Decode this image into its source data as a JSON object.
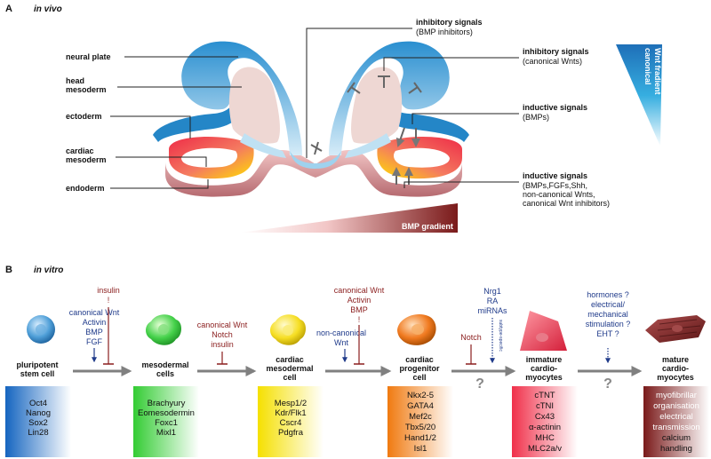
{
  "panel_a": {
    "letter": "A",
    "title": "in vivo",
    "left_labels": [
      "neural plate",
      "head",
      "mesoderm",
      "ectoderm",
      "cardiac",
      "mesoderm",
      "endoderm"
    ],
    "top_label": [
      "inhibitory signals",
      "(BMP inhibitors)"
    ],
    "right_labels": {
      "inhib_wnt": [
        "inhibitory signals",
        "(canonical Wnts)"
      ],
      "inductive_bmp": [
        "inductive signals",
        "(BMPs)"
      ],
      "inductive_multi": [
        "inductive signals",
        "(BMPs,FGFs,Shh,",
        "non-canonical Wnts,",
        "canonical Wnt inhibitors)"
      ]
    },
    "wnt_gradient": [
      "canonical",
      "Wnt fradient"
    ],
    "bmp_gradient": "BMP gradient"
  },
  "panel_b": {
    "letter": "B",
    "title": "in vitro",
    "stages": [
      {
        "name": [
          "pluripotent",
          "stem cell"
        ],
        "markers": [
          "Oct4",
          "Nanog",
          "Sox2",
          "Lin28"
        ],
        "color_from": "#1565c0",
        "color_to": "#ffffff"
      },
      {
        "name": [
          "mesodermal",
          "cells"
        ],
        "markers": [
          "Brachyury",
          "Eomesodermin",
          "Foxc1",
          "Mixl1"
        ],
        "color_from": "#33cc33",
        "color_to": "#ffffff"
      },
      {
        "name": [
          "cardiac",
          "mesodermal",
          "cell"
        ],
        "markers": [
          "Mesp1/2",
          "Kdr/Flk1",
          "Cscr4",
          "Pdgfra"
        ],
        "color_from": "#f5e000",
        "color_to": "#ffffff"
      },
      {
        "name": [
          "cardiac",
          "progenitor",
          "cell"
        ],
        "markers": [
          "Nkx2-5",
          "GATA4",
          "Mef2c",
          "Tbx5/20",
          "Hand1/2",
          "Isl1"
        ],
        "color_from": "#f07a10",
        "color_to": "#ffffff"
      },
      {
        "name": [
          "immature",
          "cardio-",
          "myocytes"
        ],
        "markers": [
          "cTNT",
          "cTNI",
          "Cx43",
          "α-actinin",
          "MHC",
          "MLC2a/v"
        ],
        "color_from": "#f0304a",
        "color_to": "#ffffff"
      },
      {
        "name": [
          "mature",
          "cardio-",
          "myocytes"
        ],
        "markers": [
          "myofibrillar",
          "organisation",
          "electrical",
          "transmission",
          "calcium",
          "handling"
        ],
        "color_from": "#7a1a1a",
        "color_to": "#ffffff"
      }
    ],
    "signals": {
      "s1_inhibit": [
        "insulin",
        "!"
      ],
      "s1_induce": [
        "canonical Wnt",
        "Activin",
        "BMP",
        "FGF"
      ],
      "s2_inhibit": [
        "canonical Wnt",
        "Notch",
        "insulin"
      ],
      "s3_inhibit": [
        "canonical Wnt",
        "Activin",
        "BMP",
        "!"
      ],
      "s3_induce": [
        "non-canonical",
        "Wnt"
      ],
      "s4_inhibit": [
        "Notch"
      ],
      "s4_induce": [
        "Nrg1",
        "RA",
        "miRNAs"
      ],
      "s4_vertical": "subtype-specific",
      "s5_induce": [
        "hormones ?",
        "electrical/",
        "mechanical",
        "stimulation ?",
        "EHT ?"
      ],
      "question": "?"
    }
  }
}
